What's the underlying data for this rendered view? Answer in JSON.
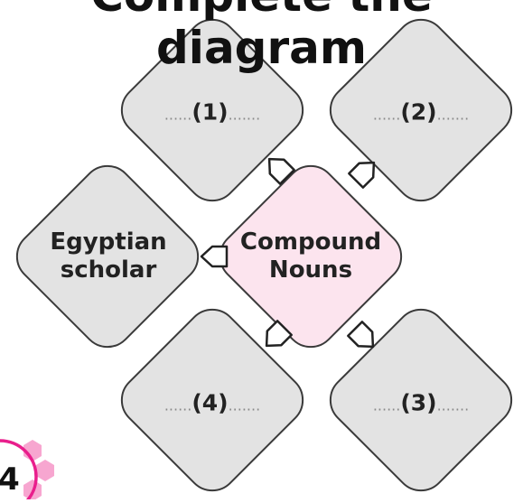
{
  "title": "Complete the diagram",
  "center": {
    "line1": "Compound",
    "line2": "Nouns"
  },
  "boxes": {
    "b1": {
      "dots_before": "......",
      "label": "(1)",
      "dots_after": "......."
    },
    "b2": {
      "dots_before": "......",
      "label": "(2)",
      "dots_after": "......."
    },
    "b3": {
      "dots_before": "......",
      "label": "(3)",
      "dots_after": "......."
    },
    "b4": {
      "dots_before": "......",
      "label": "(4)",
      "dots_after": "......."
    },
    "left": {
      "line1": "Egyptian",
      "line2": "scholar"
    }
  },
  "page_number": "4",
  "colors": {
    "box_fill": "#e3e3e3",
    "center_fill": "#fce4ee",
    "stroke": "#3a3a3a",
    "accent": "#e91e8c",
    "accent_light": "#f7a6d0"
  }
}
